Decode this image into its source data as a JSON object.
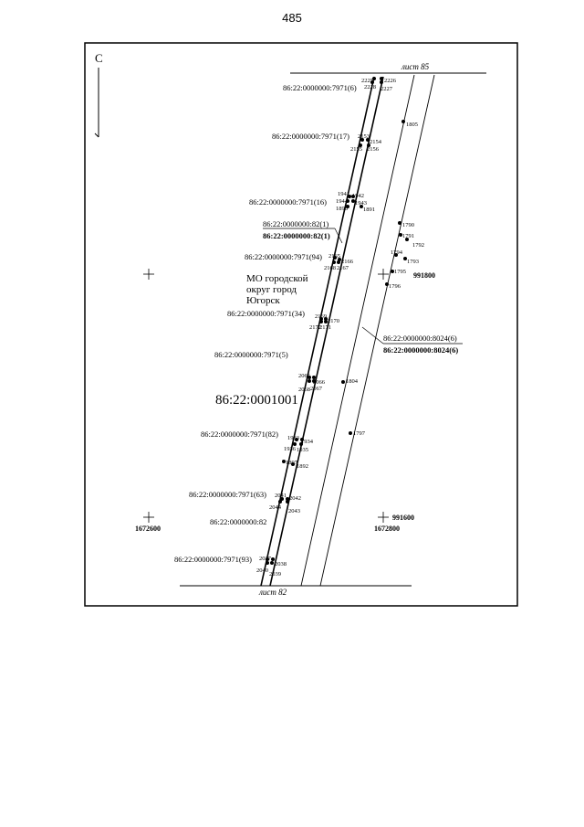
{
  "page_number": "485",
  "north_label": "С",
  "sheet_top_label": "лист 85",
  "sheet_bottom_label": "лист 82",
  "quarter_label": "86:22:0001001",
  "municipality_label": [
    "МО городской",
    "округ город",
    "Югорск"
  ],
  "parcel_labels": [
    "86:22:0000000:7971(6)",
    "86:22:0000000:7971(17)",
    "86:22:0000000:7971(16)",
    "86:22:0000000:82(1)",
    "86:22:0000000:82(1)",
    "86:22:0000000:7971(94)",
    "86:22:0000000:7971(34)",
    "86:22:0000000:7971(5)",
    "86:22:0000000:7971(82)",
    "86:22:0000000:7971(63)",
    "86:22:0000000:82",
    "86:22:0000000:7971(93)",
    "86:22:0000000:8024(6)",
    "86:22:0000000:8024(6)"
  ],
  "coordinate_labels": [
    "991800",
    "991600",
    "1672600",
    "1672800"
  ],
  "point_labels": [
    "2225",
    "2226",
    "2228",
    "2227",
    "1805",
    "2153",
    "2154",
    "2155",
    "2156",
    "1941",
    "1942",
    "1944",
    "1943",
    "1898",
    "1891",
    "1790",
    "1791",
    "1792",
    "1794",
    "1793",
    "1795",
    "1796",
    "2165",
    "2166",
    "2168",
    "2167",
    "2169",
    "2170",
    "2172",
    "2171",
    "1804",
    "2065",
    "2066",
    "2068",
    "2067",
    "1797",
    "1933",
    "1934",
    "1936",
    "1935",
    "1897",
    "1892",
    "2041",
    "2042",
    "2044",
    "2043",
    "2037",
    "2038",
    "2040",
    "2039"
  ]
}
